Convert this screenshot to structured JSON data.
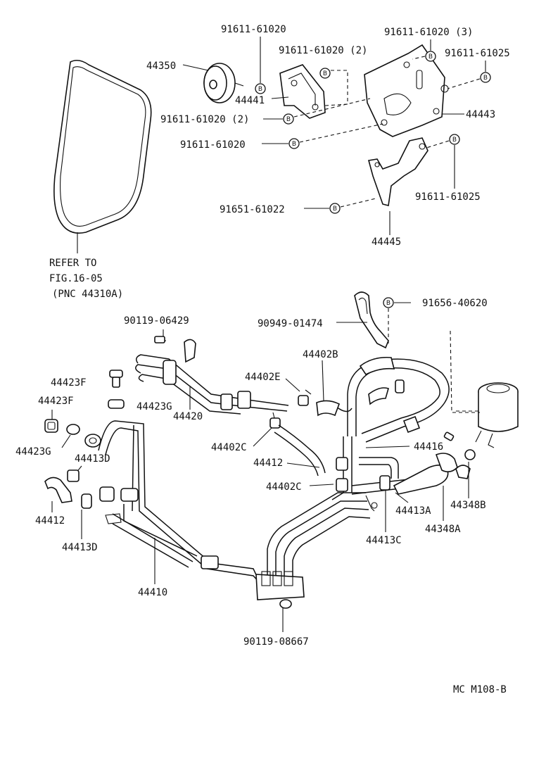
{
  "diagram": {
    "figure_code": "MC M108-B",
    "bolt_symbol": "B",
    "belt_note": [
      "REFER TO",
      "FIG.16-05",
      "(PNC 44310A)"
    ],
    "labels": {
      "p91611_61020_a": "91611-61020",
      "p91611_61020_3": "91611-61020 (3)",
      "p91611_61020_2a": "91611-61020 (2)",
      "p91611_61025_a": "91611-61025",
      "p44350": "44350",
      "p44441": "44441",
      "p91611_61020_2b": "91611-61020 (2)",
      "p44443": "44443",
      "p91611_61020_b": "91611-61020",
      "p91611_61025_b": "91611-61025",
      "p91651_61022": "91651-61022",
      "p44445": "44445",
      "p90119_06429": "90119-06429",
      "p90949_01474": "90949-01474",
      "p91656_40620": "91656-40620",
      "p44402B": "44402B",
      "p44423F_a": "44423F",
      "p44402E": "44402E",
      "p44423F_b": "44423F",
      "p44423G_a": "44423G",
      "p44420": "44420",
      "p44423G_b": "44423G",
      "p44402C_a": "44402C",
      "p44413D_a": "44413D",
      "p44412_a": "44412",
      "p44416": "44416",
      "p44402C_b": "44402C",
      "p44412_b": "44412",
      "p44413A": "44413A",
      "p44348B": "44348B",
      "p44348A": "44348A",
      "p44413D_b": "44413D",
      "p44413C": "44413C",
      "p44410": "44410",
      "p90119_08667": "90119-08667"
    }
  }
}
